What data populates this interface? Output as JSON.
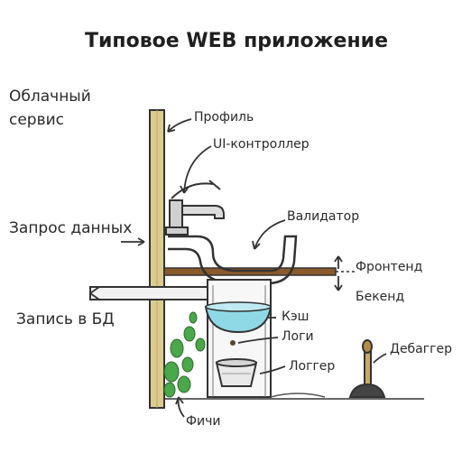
{
  "title": "Типовое WEB приложение",
  "left_labels": {
    "cloud_line1": "Облачный",
    "cloud_line2": "сервис",
    "request": "Запрос данных",
    "write": "Запись в БД"
  },
  "parts": {
    "profile": "Профиль",
    "ui_controller": "UI-контроллер",
    "validator": "Валидатор",
    "frontend": "Фронтенд",
    "backend": "Бекенд",
    "cache": "Кэш",
    "logs": "Логи",
    "logger": "Логгер",
    "debugger": "Дебаггер",
    "features": "Фичи"
  },
  "colors": {
    "wood": "#d9c98f",
    "shelf": "#8a5a2b",
    "water": "#8fd9e6",
    "bugs": "#4aa84a"
  }
}
